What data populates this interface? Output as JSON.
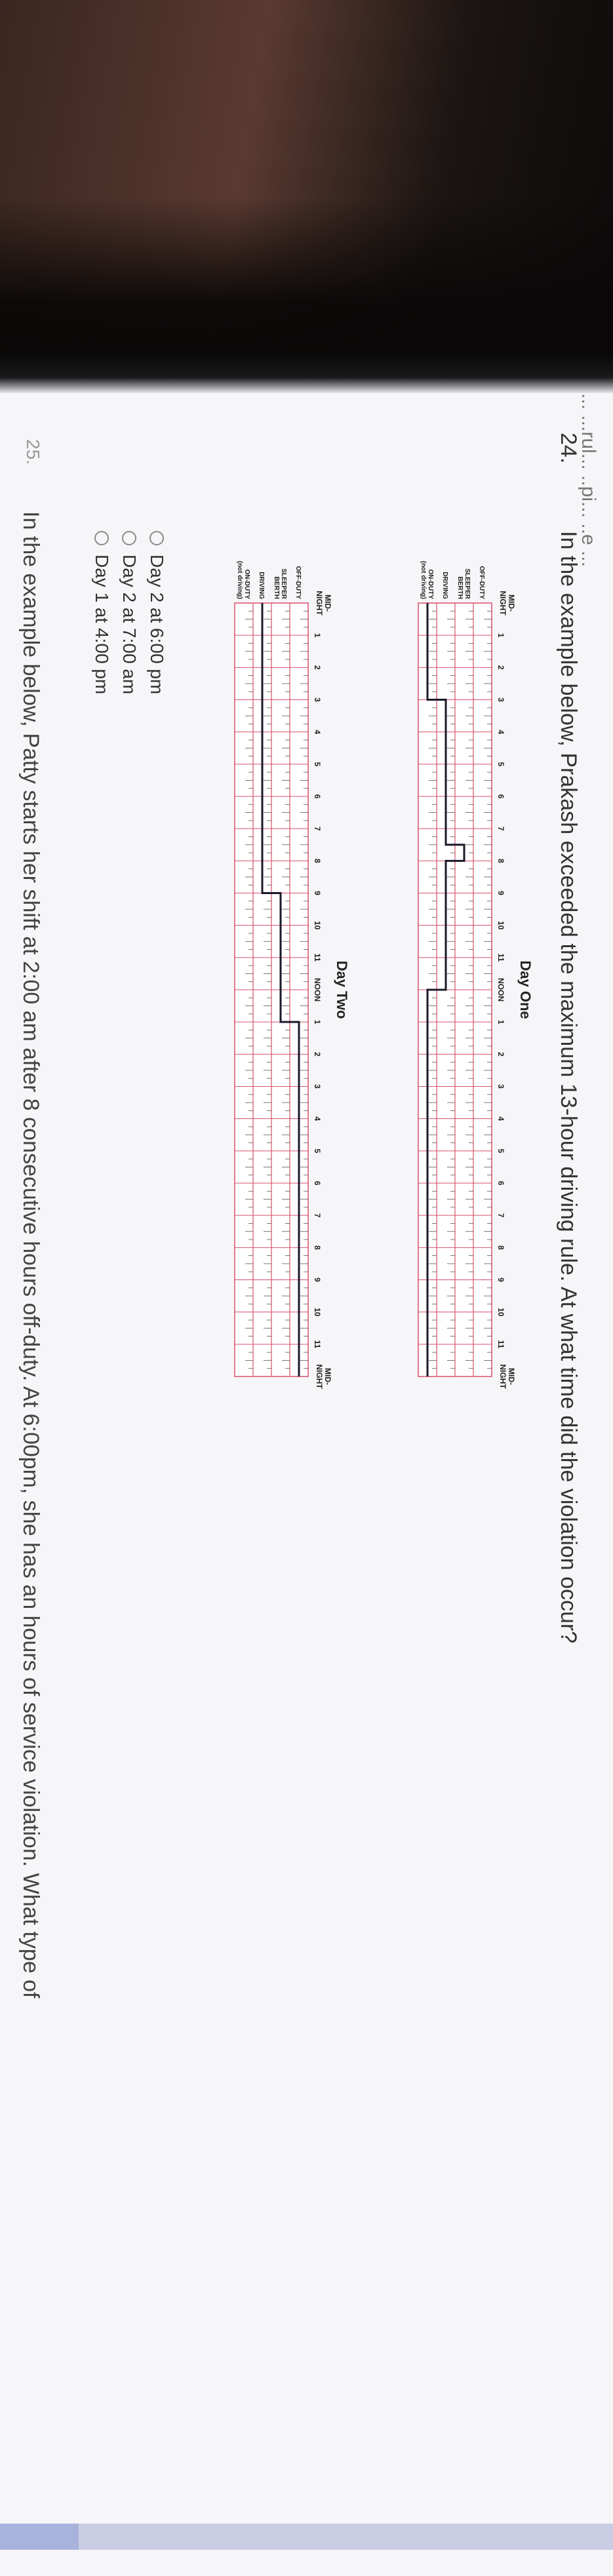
{
  "header_text": "... ...rul... ..pi... ..e ...",
  "question": {
    "number": "24.",
    "text": "In the example below, Prakash exceeded the maximum 13-hour driving rule. At what time did the violation occur?"
  },
  "log_chart": {
    "hour_labels": [
      "MID-\nNIGHT",
      "1",
      "2",
      "3",
      "4",
      "5",
      "6",
      "7",
      "8",
      "9",
      "10",
      "11",
      "NOON",
      "1",
      "2",
      "3",
      "4",
      "5",
      "6",
      "7",
      "8",
      "9",
      "10",
      "11",
      "MID-\nNIGHT"
    ],
    "status_rows": [
      "OFF-DUTY",
      "SLEEPER\nBERTH",
      "DRIVING",
      "ON-DUTY\n(not driving)"
    ],
    "days": [
      {
        "title": "Day One",
        "status_line": [
          [
            0,
            3
          ],
          [
            3,
            2
          ],
          [
            7.5,
            1
          ],
          [
            8,
            2
          ],
          [
            12,
            3
          ]
        ]
      },
      {
        "title": "Day Two",
        "status_line": [
          [
            0,
            2
          ],
          [
            9,
            1
          ],
          [
            13,
            0
          ],
          [
            24,
            0
          ]
        ]
      }
    ],
    "line_color": "#1a1a2a",
    "grid_color": "#d8506a"
  },
  "options": [
    {
      "label": "Day 2 at 6:00 pm"
    },
    {
      "label": "Day 2 at 7:00 am"
    },
    {
      "label": "Day 1 at 4:00 pm"
    }
  ],
  "next_question": "In the example below, Patty starts her shift at 2:00 am after 8 consecutive hours off-duty. At 6:00pm, she has an hours of service violation. What type of",
  "next_marker": "25."
}
